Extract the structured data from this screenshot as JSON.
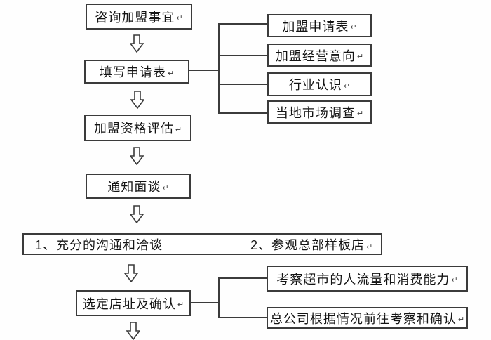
{
  "flow": {
    "return_mark": "↵",
    "colors": {
      "line": "#3b3b3b",
      "text": "#141414",
      "background": "#fefefe"
    },
    "steps": {
      "consult": "咨询加盟事宜",
      "fill_form": "填写申请表",
      "qualification": "加盟资格评估",
      "interview": "通知面谈",
      "communication_1": "1、充分的沟通和洽谈",
      "communication_2": "2、参观总部样板店",
      "site": "选定店址及确认"
    },
    "form_attachments": [
      "加盟申请表",
      "加盟经营意向",
      "行业认识",
      "当地市场调查"
    ],
    "site_attachments": [
      "考察超市的人流量和消费能力",
      "总公司根据情况前往考察和确认"
    ]
  }
}
